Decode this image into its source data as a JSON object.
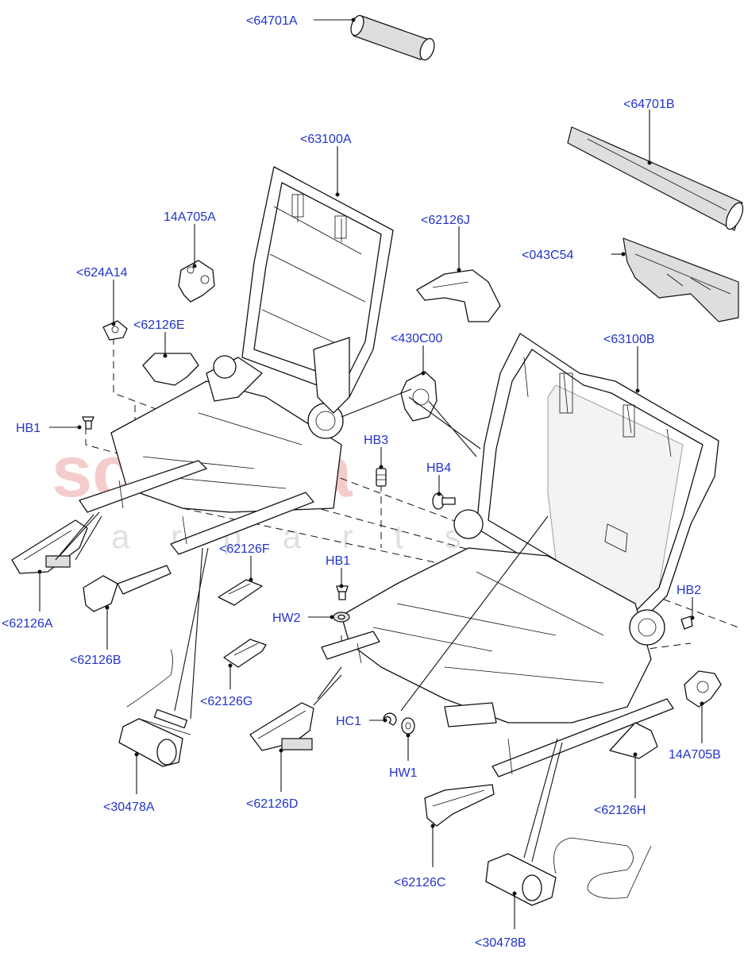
{
  "watermark": {
    "brand": "scuderia",
    "sub": "a r p a r t s"
  },
  "labels": {
    "p64701A": "<64701A",
    "p64701B": "<64701B",
    "p63100A": "<63100A",
    "p14A705A": "14A705A",
    "p62126J": "<62126J",
    "p043C54": "<043C54",
    "p624A14": "<624A14",
    "p62126E": "<62126E",
    "p430C00": "<430C00",
    "p63100B": "<63100B",
    "hb1_top": "HB1",
    "hb3": "HB3",
    "hb4": "HB4",
    "p62126F": "<62126F",
    "hb1_mid": "HB1",
    "hw2": "HW2",
    "hb2": "HB2",
    "p62126A": "<62126A",
    "p62126B": "<62126B",
    "p62126G": "<62126G",
    "hc1": "HC1",
    "hw1": "HW1",
    "p14A705B": "14A705B",
    "p30478A": "<30478A",
    "p62126D": "<62126D",
    "p62126H": "<62126H",
    "p62126C": "<62126C",
    "p30478B": "<30478B"
  },
  "colors": {
    "label": "#2233cc",
    "line": "#111111",
    "watermark": "#f2bcbc"
  }
}
